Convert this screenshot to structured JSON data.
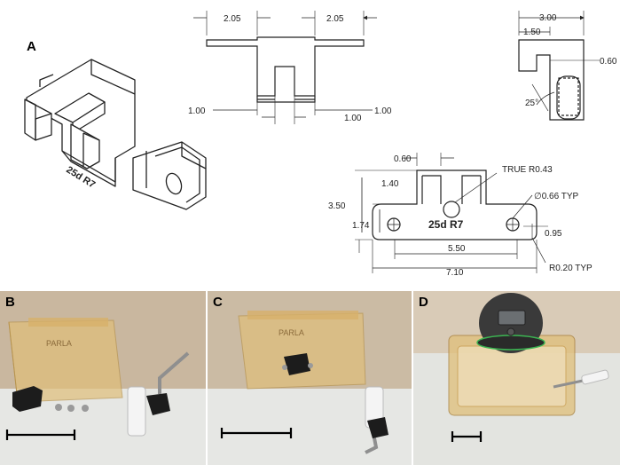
{
  "panels": {
    "a": {
      "letter": "A",
      "part_label": "25d R7",
      "dims": {
        "top_left_width": "2.05",
        "top_right_width": "2.05",
        "slot_left": "1.00",
        "slot_right": "1.00",
        "side_total": "3.00",
        "side_partial": "1.50",
        "side_thickness": "0.60",
        "side_angle": "25°",
        "front_offset": "0.60",
        "front_height_upper": "1.40",
        "front_height": "3.50",
        "front_height_lower": "1.74",
        "true_radius": "TRUE R0.43",
        "hole_dia": "∅0.66 TYP",
        "hole_offset": "0.95",
        "front_width_inner": "5.50",
        "front_width_total": "7.10",
        "corner_radius": "R0.20 TYP"
      }
    },
    "b": {
      "letter": "B",
      "container_label": "PARLA"
    },
    "c": {
      "letter": "C",
      "container_label": "PARLA"
    },
    "d": {
      "letter": "D"
    }
  },
  "colors": {
    "line": "#222222",
    "bench": "#e6e7e4",
    "wall": "#c9b79f",
    "amber": "#e0bf7a",
    "black_part": "#1c1c1c",
    "scale_bar": "#000000"
  }
}
